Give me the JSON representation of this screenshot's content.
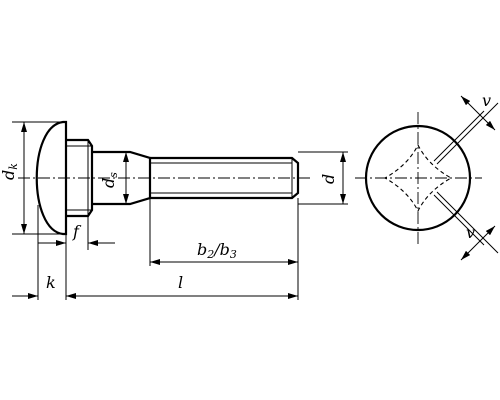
{
  "labels": {
    "dk": "d",
    "dk_sub": "k",
    "ds": "d",
    "ds_sub": "s",
    "d": "d",
    "f": "f",
    "k": "k",
    "l": "l",
    "b_main": "b",
    "b2_sub": "2",
    "b_sep": "/b",
    "b3_sub": "3",
    "v_top": "v",
    "v_bottom": "v"
  }
}
